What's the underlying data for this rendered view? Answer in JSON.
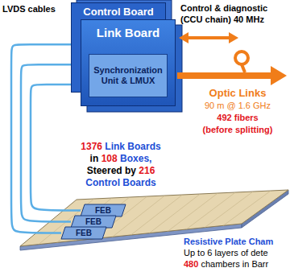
{
  "diagram": {
    "nodes": [
      {
        "text": [
          "Control Board"
        ]
      },
      {
        "text": [
          "Link Board"
        ]
      },
      {
        "text": [
          "Synchronization Unit & LMUX"
        ],
        "in": 1
      },
      {
        "text": [
          "FEB"
        ]
      },
      {
        "text": [
          "FEB"
        ]
      },
      {
        "text": [
          "FEB"
        ]
      }
    ],
    "edges": [
      {
        "from": 3,
        "to": 1,
        "arrow": "none"
      },
      {
        "from": 4,
        "to": 1,
        "arrow": "none"
      },
      {
        "from": 5,
        "to": 1,
        "arrow": "none"
      }
    ],
    "labels": [
      "LVDS cables",
      "Control & diagnostic (CCU chain) 40 MHz",
      "Optic Links",
      "90 m @ 1.6 GHz",
      "492 fibers",
      "(before splitting)",
      "1376",
      "Link Boards",
      "in",
      "108",
      "Boxes,",
      "Steered by",
      "216",
      "Control Boards",
      "Resistive Plate Cham",
      "Up to 6 layers of dete",
      "480",
      "chambers in Barr"
    ]
  }
}
